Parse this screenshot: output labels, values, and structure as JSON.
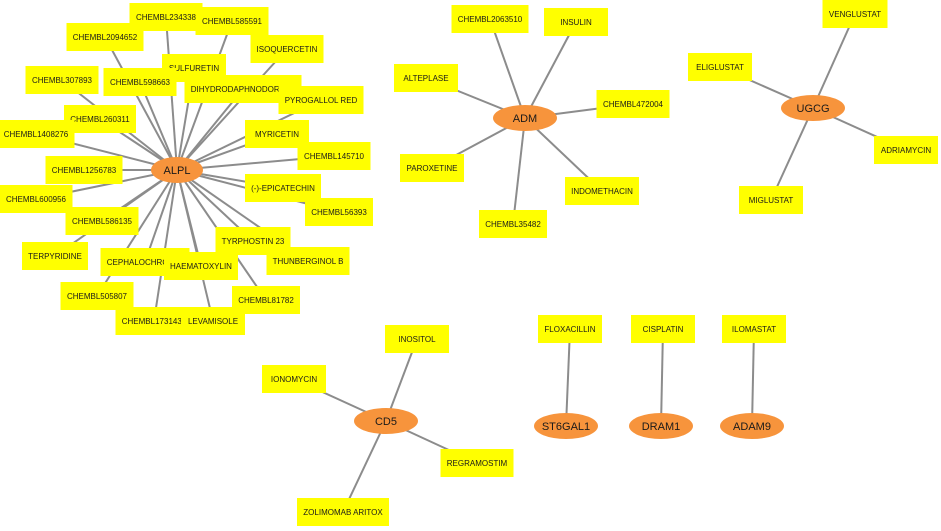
{
  "colors": {
    "edge": "#8c8c8c",
    "drug_fill": "#ffff00",
    "gene_fill": "#f7943c",
    "text": "#1a1a1a"
  },
  "network": {
    "genes": [
      {
        "id": "ALPL",
        "label": "ALPL"
      },
      {
        "id": "ADM",
        "label": "ADM"
      },
      {
        "id": "UGCG",
        "label": "UGCG"
      },
      {
        "id": "CD5",
        "label": "CD5"
      },
      {
        "id": "ST6GAL1",
        "label": "ST6GAL1"
      },
      {
        "id": "DRAM1",
        "label": "DRAM1"
      },
      {
        "id": "ADAM9",
        "label": "ADAM9"
      }
    ],
    "drugs": [
      {
        "id": "d01",
        "label": "CHEMBL234338",
        "target": "ALPL"
      },
      {
        "id": "d02",
        "label": "CHEMBL585591",
        "target": "ALPL"
      },
      {
        "id": "d03",
        "label": "CHEMBL2094652",
        "target": "ALPL"
      },
      {
        "id": "d04",
        "label": "ISOQUERCETIN",
        "target": "ALPL"
      },
      {
        "id": "d05",
        "label": "SULFURETIN",
        "target": "ALPL"
      },
      {
        "id": "d06",
        "label": "CHEMBL307893",
        "target": "ALPL"
      },
      {
        "id": "d07",
        "label": "CHEMBL598663",
        "target": "ALPL"
      },
      {
        "id": "d08",
        "label": "DIHYDRODAPHNODORIN B",
        "target": "ALPL"
      },
      {
        "id": "d09",
        "label": "PYROGALLOL RED",
        "target": "ALPL"
      },
      {
        "id": "d10",
        "label": "CHEMBL260311",
        "target": "ALPL"
      },
      {
        "id": "d11",
        "label": "CHEMBL1408276",
        "target": "ALPL"
      },
      {
        "id": "d12",
        "label": "MYRICETIN",
        "target": "ALPL"
      },
      {
        "id": "d13",
        "label": "CHEMBL145710",
        "target": "ALPL"
      },
      {
        "id": "d14",
        "label": "CHEMBL1256783",
        "target": "ALPL"
      },
      {
        "id": "d15",
        "label": "(-)-EPICATECHIN",
        "target": "ALPL"
      },
      {
        "id": "d16",
        "label": "CHEMBL600956",
        "target": "ALPL"
      },
      {
        "id": "d17",
        "label": "CHEMBL56393",
        "target": "ALPL"
      },
      {
        "id": "d18",
        "label": "CHEMBL586135",
        "target": "ALPL"
      },
      {
        "id": "d19",
        "label": "TYRPHOSTIN 23",
        "target": "ALPL"
      },
      {
        "id": "d20",
        "label": "TERPYRIDINE",
        "target": "ALPL"
      },
      {
        "id": "d21",
        "label": "CEPHALOCHROMIN",
        "target": "ALPL"
      },
      {
        "id": "d22",
        "label": "HAEMATOXYLIN",
        "target": "ALPL"
      },
      {
        "id": "d23",
        "label": "THUNBERGINOL B",
        "target": "ALPL"
      },
      {
        "id": "d24",
        "label": "CHEMBL505807",
        "target": "ALPL"
      },
      {
        "id": "d25",
        "label": "CHEMBL81782",
        "target": "ALPL"
      },
      {
        "id": "d26",
        "label": "CHEMBL1731432",
        "target": "ALPL"
      },
      {
        "id": "d27",
        "label": "LEVAMISOLE",
        "target": "ALPL"
      },
      {
        "id": "d28",
        "label": "CHEMBL2063510",
        "target": "ADM"
      },
      {
        "id": "d29",
        "label": "INSULIN",
        "target": "ADM"
      },
      {
        "id": "d30",
        "label": "ALTEPLASE",
        "target": "ADM"
      },
      {
        "id": "d31",
        "label": "CHEMBL472004",
        "target": "ADM"
      },
      {
        "id": "d32",
        "label": "PAROXETINE",
        "target": "ADM"
      },
      {
        "id": "d33",
        "label": "INDOMETHACIN",
        "target": "ADM"
      },
      {
        "id": "d34",
        "label": "CHEMBL35482",
        "target": "ADM"
      },
      {
        "id": "d35",
        "label": "VENGLUSTAT",
        "target": "UGCG"
      },
      {
        "id": "d36",
        "label": "ELIGLUSTAT",
        "target": "UGCG"
      },
      {
        "id": "d37",
        "label": "ADRIAMYCIN",
        "target": "UGCG"
      },
      {
        "id": "d38",
        "label": "MIGLUSTAT",
        "target": "UGCG"
      },
      {
        "id": "d39",
        "label": "INOSITOL",
        "target": "CD5"
      },
      {
        "id": "d40",
        "label": "IONOMYCIN",
        "target": "CD5"
      },
      {
        "id": "d41",
        "label": "REGRAMOSTIM",
        "target": "CD5"
      },
      {
        "id": "d42",
        "label": "ZOLIMOMAB ARITOX",
        "target": "CD5"
      },
      {
        "id": "d43",
        "label": "FLOXACILLIN",
        "target": "ST6GAL1"
      },
      {
        "id": "d44",
        "label": "CISPLATIN",
        "target": "DRAM1"
      },
      {
        "id": "d45",
        "label": "ILOMASTAT",
        "target": "ADAM9"
      }
    ]
  }
}
